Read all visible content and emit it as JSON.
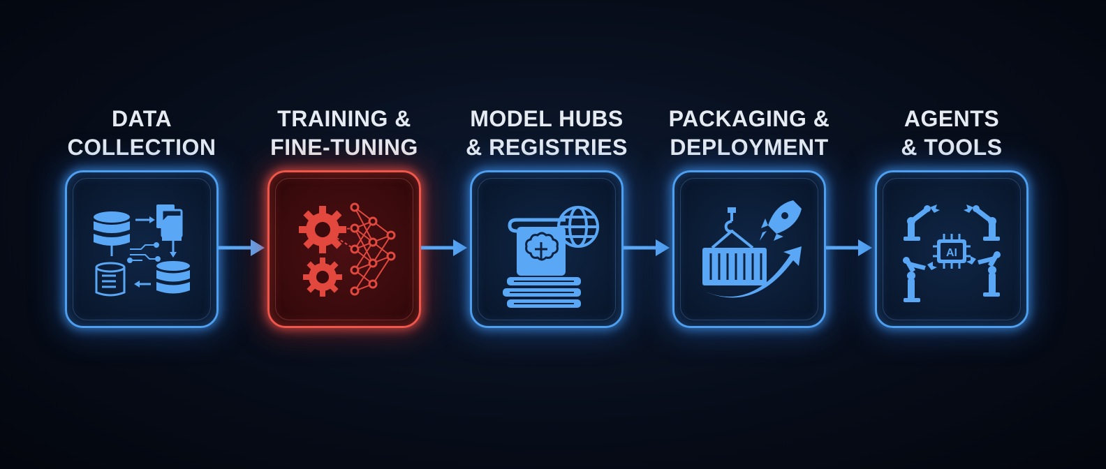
{
  "stages": [
    {
      "line1": "DATA",
      "line2": "COLLECTION",
      "icon": "database-flow-icon",
      "highlighted": false
    },
    {
      "line1": "TRAINING &",
      "line2": "FINE-TUNING",
      "icon": "gears-neural-net-icon",
      "highlighted": true
    },
    {
      "line1": "MODEL HUBS",
      "line2": "& REGISTRIES",
      "icon": "books-brain-globe-icon",
      "highlighted": false
    },
    {
      "line1": "PACKAGING &",
      "line2": "DEPLOYMENT",
      "icon": "container-rocket-icon",
      "highlighted": false
    },
    {
      "line1": "AGENTS",
      "line2": "& TOOLS",
      "icon": "ai-chip-robot-arms-icon",
      "highlighted": false
    }
  ],
  "ai_chip_label": "AI",
  "colors": {
    "accent_blue": "#4f9ff0",
    "highlight_red": "#f0564a",
    "background": "#070d1a",
    "label_text": "#e6ebf2"
  }
}
